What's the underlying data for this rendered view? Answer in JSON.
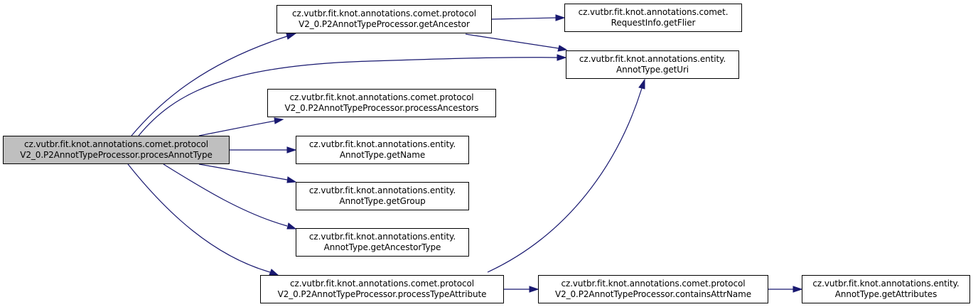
{
  "colors": {
    "edge": "#191970",
    "root_fill": "#bfbfbf",
    "node_fill": "#ffffff",
    "border": "#000000"
  },
  "nodes": {
    "procesAnnotType": {
      "line1": "cz.vutbr.fit.knot.annotations.comet.protocol",
      "line2": "V2_0.P2AnnotTypeProcessor.procesAnnotType"
    },
    "getAncestor": {
      "line1": "cz.vutbr.fit.knot.annotations.comet.protocol",
      "line2": "V2_0.P2AnnotTypeProcessor.getAncestor"
    },
    "getFlier": {
      "line1": "cz.vutbr.fit.knot.annotations.comet.",
      "line2": "RequestInfo.getFlier"
    },
    "getUri": {
      "line1": "cz.vutbr.fit.knot.annotations.entity.",
      "line2": "AnnotType.getUri"
    },
    "processAncestors": {
      "line1": "cz.vutbr.fit.knot.annotations.comet.protocol",
      "line2": "V2_0.P2AnnotTypeProcessor.processAncestors"
    },
    "getName": {
      "line1": "cz.vutbr.fit.knot.annotations.entity.",
      "line2": "AnnotType.getName"
    },
    "getGroup": {
      "line1": "cz.vutbr.fit.knot.annotations.entity.",
      "line2": "AnnotType.getGroup"
    },
    "getAncestorType": {
      "line1": "cz.vutbr.fit.knot.annotations.entity.",
      "line2": "AnnotType.getAncestorType"
    },
    "processTypeAttribute": {
      "line1": "cz.vutbr.fit.knot.annotations.comet.protocol",
      "line2": "V2_0.P2AnnotTypeProcessor.processTypeAttribute"
    },
    "containsAttrName": {
      "line1": "cz.vutbr.fit.knot.annotations.comet.protocol",
      "line2": "V2_0.P2AnnotTypeProcessor.containsAttrName"
    },
    "getAttributes": {
      "line1": "cz.vutbr.fit.knot.annotations.entity.",
      "line2": "AnnotType.getAttributes"
    }
  },
  "edges": [
    [
      "procesAnnotType",
      "getAncestor"
    ],
    [
      "procesAnnotType",
      "getUri"
    ],
    [
      "procesAnnotType",
      "processAncestors"
    ],
    [
      "procesAnnotType",
      "getName"
    ],
    [
      "procesAnnotType",
      "getGroup"
    ],
    [
      "procesAnnotType",
      "getAncestorType"
    ],
    [
      "procesAnnotType",
      "processTypeAttribute"
    ],
    [
      "getAncestor",
      "getFlier"
    ],
    [
      "getAncestor",
      "getUri"
    ],
    [
      "processTypeAttribute",
      "getUri"
    ],
    [
      "processTypeAttribute",
      "containsAttrName"
    ],
    [
      "containsAttrName",
      "getAttributes"
    ]
  ]
}
